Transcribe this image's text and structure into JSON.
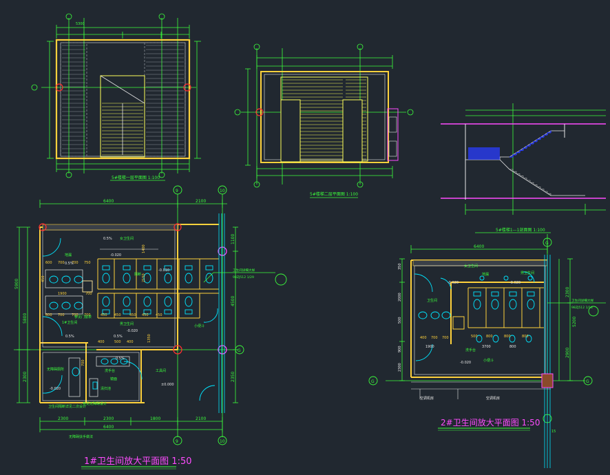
{
  "drawing": {
    "background": "#212830",
    "colors": {
      "wall": "#ffd23c",
      "dim": "#3cff3c",
      "fixture": "#00e5ff",
      "stair": "#ffff5a",
      "grid_bubble": "#ff3030",
      "column": "#ff4cff",
      "white": "#e8e8e8",
      "blue_stair": "#2a3cff"
    }
  },
  "view1": {
    "title": "5#楼梯一层平面图  1:100",
    "dim_top": "5300"
  },
  "view2": {
    "title": "5#楼梯二层平面图  1:100"
  },
  "view3": {
    "title": "5#楼梯1—1剖面图  1:100"
  },
  "plan1": {
    "title": "1#卫生间放大平面图  1:50",
    "grid_top_a": "9",
    "grid_top_b": "10",
    "grid_right": "G",
    "grid_bottom_a": "9",
    "grid_bottom_b": "10",
    "dims_top": [
      "6400",
      "2100"
    ],
    "dims_bottom_row1": [
      "2300",
      "2300",
      "1800",
      "2100"
    ],
    "dims_bottom_total": "6400",
    "dims_left": [
      "5900",
      "5800",
      "2300"
    ],
    "dims_right": [
      "1100",
      "4500",
      "2350"
    ],
    "row_dims_a": [
      "600",
      "700",
      "700",
      "750"
    ],
    "row_dims_b": [
      "600",
      "700",
      "700",
      "700"
    ],
    "row_dims_c": [
      "1900",
      "700"
    ],
    "cubicle_dims": [
      "450",
      "450",
      "450",
      "450",
      "450"
    ],
    "misc_dims": [
      "400",
      "500",
      "400",
      "700",
      "1350",
      "1400",
      "2150",
      "450"
    ],
    "labels": {
      "women": "女卫生间",
      "men": "男卫生间",
      "accessible": "无障碍厕所",
      "janitor": "工具间",
      "basin_counter": "洗手台",
      "mirror": "镜面",
      "floor_drain": "地漏",
      "partition": "隔断",
      "urinal": "小便斗",
      "room_1": "1#卫生间",
      "note_a": "参见门窗表",
      "note_b": "卫生间隔断详见二次设计",
      "note_c": "无障碍扶手做法",
      "note_d": "参见无障碍设计",
      "note_e": "清扫池"
    },
    "elev": [
      "-0.020",
      "-0.020",
      "±0.000",
      "-0.020",
      "-0.010",
      "±0.000"
    ],
    "slopes": [
      "0.5%",
      "0.5%",
      "0.5%",
      "0.5%",
      "0.5%"
    ],
    "callout": "卫生间详细大样\n98ZJ512  1/29"
  },
  "plan2": {
    "title": "2#卫生间放大平面图  1:50",
    "grid_top": "G",
    "grid_left": "G",
    "grid_right": "G",
    "grid_bottom": "15",
    "dims_top": "6400",
    "dims_right": [
      "2300",
      "5200",
      "2900"
    ],
    "dims_left": [
      "350",
      "2000",
      "500",
      "900",
      "2300"
    ],
    "row_dims": [
      "400",
      "700",
      "700"
    ],
    "cubicle_dims": [
      "500",
      "800",
      "800",
      "800"
    ],
    "misc_dims": [
      "1900",
      "3700",
      "800"
    ],
    "labels": {
      "women": "女卫生间",
      "men": "男卫生间",
      "room": "卫生间",
      "lobby": "空调机房",
      "lobby2": "空调机房",
      "urinal": "小便斗",
      "basin": "洗手台",
      "drain": "地漏"
    },
    "elev": [
      "-0.020",
      "-0.020",
      "-0.020"
    ],
    "callout": "卫生间详细大样\n98ZJ512  1/14"
  }
}
